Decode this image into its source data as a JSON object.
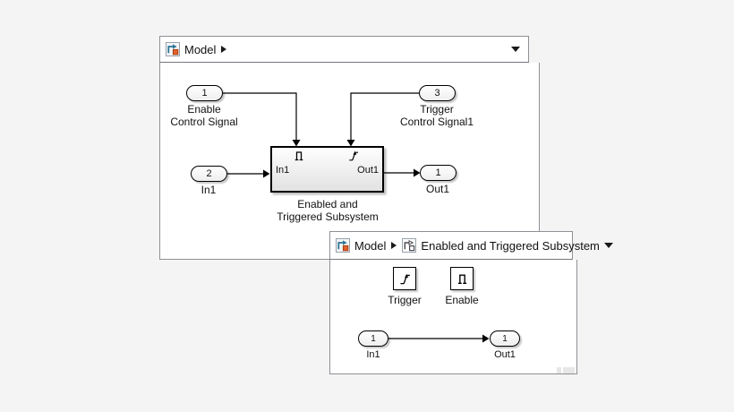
{
  "window1": {
    "breadcrumb": {
      "model": "Model"
    },
    "canvas": {
      "enable_inport": {
        "number": "1",
        "name_line1": "Enable",
        "name_line2": "Control Signal"
      },
      "trigger_inport": {
        "number": "3",
        "name_line1": "Trigger",
        "name_line2": "Control Signal1"
      },
      "in1_inport": {
        "number": "2",
        "name": "In1"
      },
      "out1_outport": {
        "number": "1",
        "name": "Out1"
      },
      "subsystem": {
        "in_port_label": "In1",
        "out_port_label": "Out1",
        "name_line1": "Enabled and",
        "name_line2": "Triggered Subsystem"
      }
    }
  },
  "window2": {
    "breadcrumb": {
      "model": "Model",
      "subsystem": "Enabled and Triggered Subsystem"
    },
    "canvas": {
      "trigger_block": {
        "name": "Trigger"
      },
      "enable_block": {
        "name": "Enable"
      },
      "in1_inport": {
        "number": "1",
        "name": "In1"
      },
      "out1_outport": {
        "number": "1",
        "name": "Out1"
      }
    }
  },
  "colors": {
    "background": "#f4f4f4",
    "window_border": "#8f8f97",
    "icon_teal": "#2e7596",
    "icon_orange": "#e2612a"
  }
}
